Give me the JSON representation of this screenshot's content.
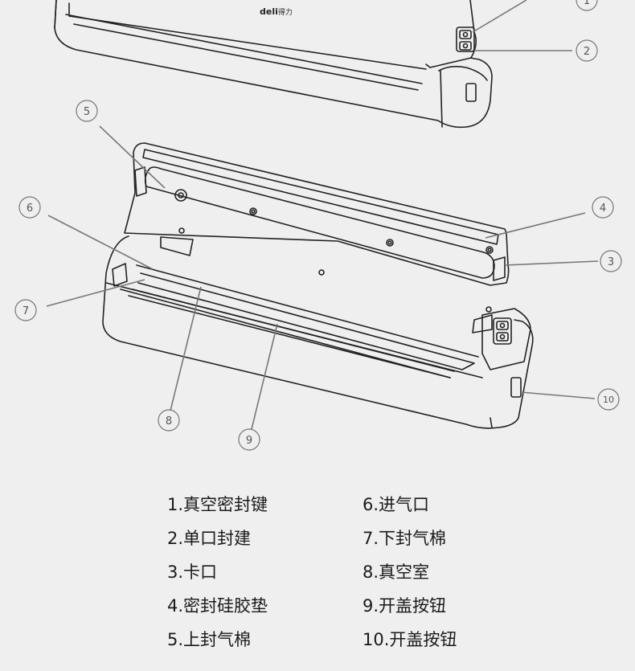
{
  "diagram": {
    "brand_logo": "deli",
    "callouts": [
      "1",
      "2",
      "3",
      "4",
      "5",
      "6",
      "7",
      "8",
      "9",
      "10"
    ]
  },
  "legend": {
    "items": [
      "1.真空密封键",
      "6.进气口",
      "2.单口封建",
      "7.下封气棉",
      "3.卡口",
      "8.真空室",
      "4.密封硅胶垫",
      "9.开盖按钮",
      "5.上封气棉",
      "10.开盖按钮"
    ]
  }
}
